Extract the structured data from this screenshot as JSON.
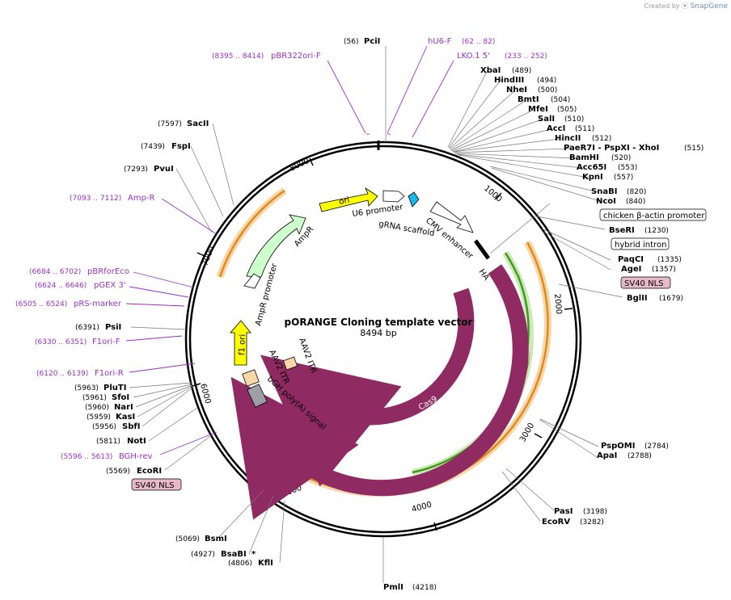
{
  "attribution": {
    "prefix": "Created by",
    "brand": "SnapGene"
  },
  "title": "pORANGE Cloning template vector",
  "subtitle": "8494 bp",
  "ticks": [
    "1000",
    "2000",
    "3000",
    "4000",
    "5000",
    "6000",
    "7000",
    "8000"
  ],
  "sites_right": [
    {
      "name": "XbaI",
      "pos": "(489)"
    },
    {
      "name": "HindIII",
      "pos": "(494)"
    },
    {
      "name": "NheI",
      "pos": "(500)"
    },
    {
      "name": "BmtI",
      "pos": "(504)"
    },
    {
      "name": "MfeI",
      "pos": "(505)"
    },
    {
      "name": "SalI",
      "pos": "(510)"
    },
    {
      "name": "AccI",
      "pos": "(511)"
    },
    {
      "name": "HincII",
      "pos": "(512)"
    },
    {
      "name": "PaeR7I - PspXI - XhoI",
      "pos": "(515)"
    },
    {
      "name": "BamHI",
      "pos": "(520)"
    },
    {
      "name": "Acc65I",
      "pos": "(553)"
    },
    {
      "name": "KpnI",
      "pos": "(557)"
    },
    {
      "name": "SnaBI",
      "pos": "(820)"
    },
    {
      "name": "NcoI",
      "pos": "(840)"
    },
    {
      "name": "BseRI",
      "pos": "(1230)"
    },
    {
      "name": "PaqCI",
      "pos": "(1335)"
    },
    {
      "name": "AgeI",
      "pos": "(1357)"
    },
    {
      "name": "BglII",
      "pos": "(1679)"
    },
    {
      "name": "PspOMI",
      "pos": "(2784)"
    },
    {
      "name": "ApaI",
      "pos": "(2788)"
    },
    {
      "name": "PasI",
      "pos": "(3198)"
    },
    {
      "name": "EcoRV",
      "pos": "(3282)"
    },
    {
      "name": "PmlI",
      "pos": "(4218)"
    }
  ],
  "sites_left": [
    {
      "name": "PciI",
      "pos": "(56)"
    },
    {
      "name": "SacII",
      "pos": "(7597)"
    },
    {
      "name": "FspI",
      "pos": "(7439)"
    },
    {
      "name": "PvuI",
      "pos": "(7293)"
    },
    {
      "name": "PsiI",
      "pos": "(6391)"
    },
    {
      "name": "PluTI",
      "pos": "(5963)"
    },
    {
      "name": "SfoI",
      "pos": "(5961)"
    },
    {
      "name": "NarI",
      "pos": "(5960)"
    },
    {
      "name": "KasI",
      "pos": "(5959)"
    },
    {
      "name": "SbfI",
      "pos": "(5956)"
    },
    {
      "name": "NotI",
      "pos": "(5811)"
    },
    {
      "name": "EcoRI",
      "pos": "(5569)"
    },
    {
      "name": "BsmI",
      "pos": "(5069)"
    },
    {
      "name": "BsaBI",
      "pos": "(4927)",
      "mark": "*"
    },
    {
      "name": "KflI",
      "pos": "(4806)"
    }
  ],
  "primers": [
    {
      "name": "hU6-F",
      "range": "(62 .. 82)"
    },
    {
      "name": "LKO.1 5'",
      "range": "(233 .. 252)"
    },
    {
      "name": "pBR322ori-F",
      "range": "(8395 .. 8414)"
    },
    {
      "name": "Amp-R",
      "range": "(7093 .. 7112)"
    },
    {
      "name": "pBRforEco",
      "range": "(6684 .. 6702)"
    },
    {
      "name": "pGEX 3'",
      "range": "(6624 .. 6646)"
    },
    {
      "name": "pRS-marker",
      "range": "(6505 .. 6524)"
    },
    {
      "name": "F1ori-F",
      "range": "(6330 .. 6351)"
    },
    {
      "name": "F1ori-R",
      "range": "(6120 .. 6139)"
    },
    {
      "name": "BGH-rev",
      "range": "(5596 .. 5613)"
    }
  ],
  "boxed_labels": [
    "chicken β-actin promoter",
    "hybrid intron",
    "SV40 NLS",
    "SV40 NLS"
  ],
  "features": [
    "ori",
    "U6 promoter",
    "gRNA scaffold",
    "CMV enhancer",
    "HA",
    "AmpR",
    "AmpR promoter",
    "f1 ori",
    "AAV2 ITR",
    "AAV2 ITR",
    "bGH poly(A) signal",
    "Cas9",
    "Cas9"
  ],
  "colors": {
    "cas9": "#8f2a63",
    "ori": "#ffff00",
    "ampr": "#ccffcc",
    "orange_band": "#e08a1e",
    "green_band": "#3f9a1a",
    "primer": "#9b30c8",
    "nls_fill": "#e7b8c8",
    "itr": "#f7d6a8",
    "bgh": "#9aa0a6",
    "sgrna": "#17b8e8"
  }
}
